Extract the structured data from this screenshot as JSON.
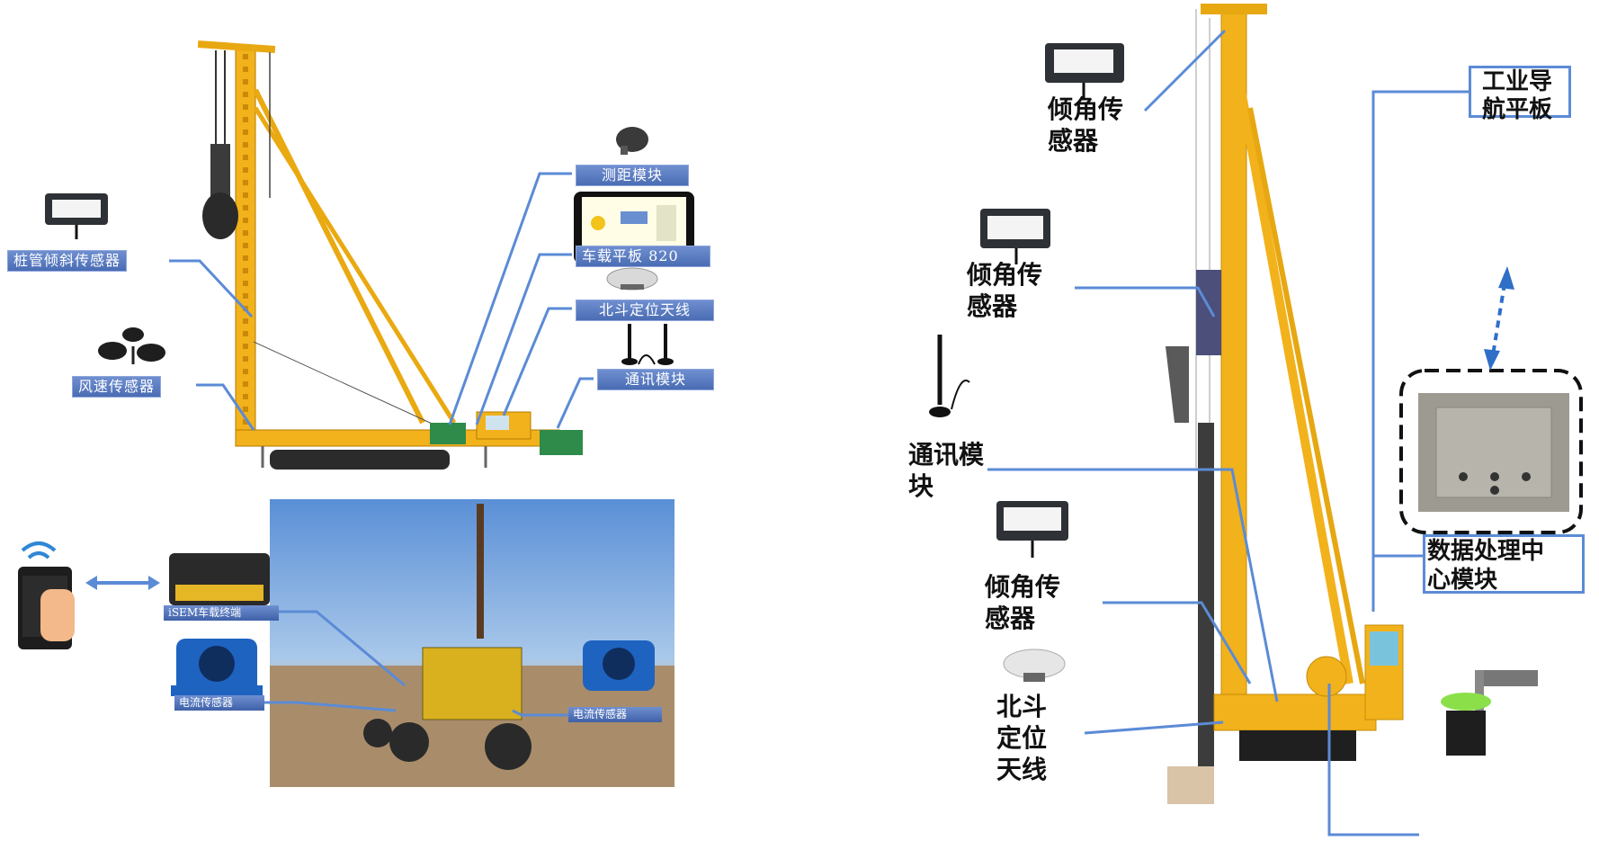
{
  "left_top_diagram": {
    "labels": {
      "pile_tilt_sensor": "桩管倾斜传感器",
      "wind_speed_sensor": "风速传感器",
      "ranging_module": "测距模块",
      "vehicle_tablet": "车载平板 820",
      "beidou_antenna": "北斗定位天线",
      "comm_module": "通讯模块"
    }
  },
  "left_bottom_diagram": {
    "labels": {
      "isem_terminal": "iSEM车载终端",
      "current_sensor_left": "电流传感器",
      "current_sensor_right": "电流传感器"
    }
  },
  "right_diagram": {
    "labels": {
      "tilt_sensor_1": "倾角传\n感器",
      "tilt_sensor_2": "倾角传\n感器",
      "tilt_sensor_3": "倾角传\n感器",
      "comm_module": "通讯模\n块",
      "beidou_antenna": "北斗\n定位\n天线",
      "industrial_tablet": "工业导\n航平板",
      "data_center_module": "数据处理中\n心模块"
    }
  },
  "colors": {
    "leader_line": "#5b8bd6",
    "rig_yellow": "#f2b21b",
    "label_blue": "#4a6cb3",
    "arrow_blue": "#2f6fc8"
  }
}
